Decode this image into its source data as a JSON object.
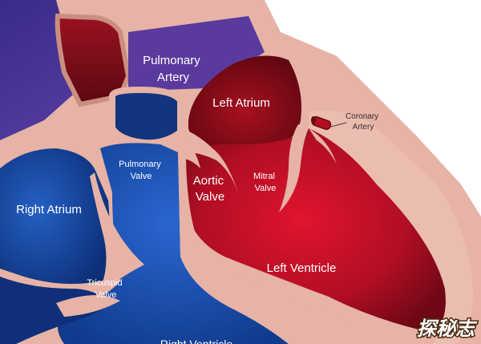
{
  "labels": {
    "pulmonary_artery": [
      "Pulmonary",
      "Artery"
    ],
    "left_atrium": "Left Atrium",
    "coronary_artery": [
      "Coronary",
      "Artery"
    ],
    "pulmonary_valve": [
      "Pulmonary",
      "Valve"
    ],
    "aortic_valve": [
      "Aortic",
      "Valve"
    ],
    "mitral_valve": [
      "Mitral",
      "Valve"
    ],
    "right_atrium": "Right Atrium",
    "tricuspid_valve": [
      "Tricuspid",
      "Valve"
    ],
    "left_ventricle": "Left Ventricle",
    "right_ventricle": "Right Ventricle"
  },
  "watermark": "探秘志",
  "colors": {
    "wall": "#e6b3a6",
    "wall_edge": "#c98f80",
    "deoxygenated": "#1a4fb0",
    "deoxygenated_deep": "#0f2f7a",
    "oxygenated": "#c8102e",
    "oxygenated_deep": "#7a0a18",
    "pulmonary_purple": "#5b3a9e"
  }
}
